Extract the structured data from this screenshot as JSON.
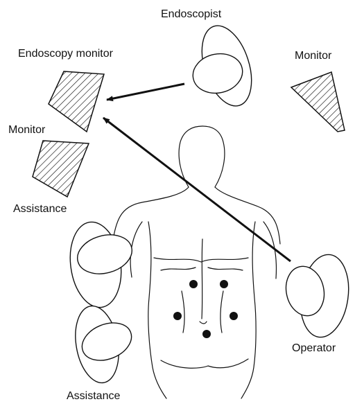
{
  "labels": {
    "endoscopist": "Endoscopist",
    "endoscopy_monitor": "Endoscopy monitor",
    "monitor_right": "Monitor",
    "monitor_left": "Monitor",
    "assistance_left": "Assistance",
    "assistance_bottom": "Assistance",
    "operator": "Operator"
  },
  "colors": {
    "ink": "#111111",
    "background": "#ffffff"
  },
  "icons": {
    "monitor": "hatched-trapezoid",
    "person": "head-and-shoulders-ellipses",
    "trocar_port": "filled-dot"
  }
}
